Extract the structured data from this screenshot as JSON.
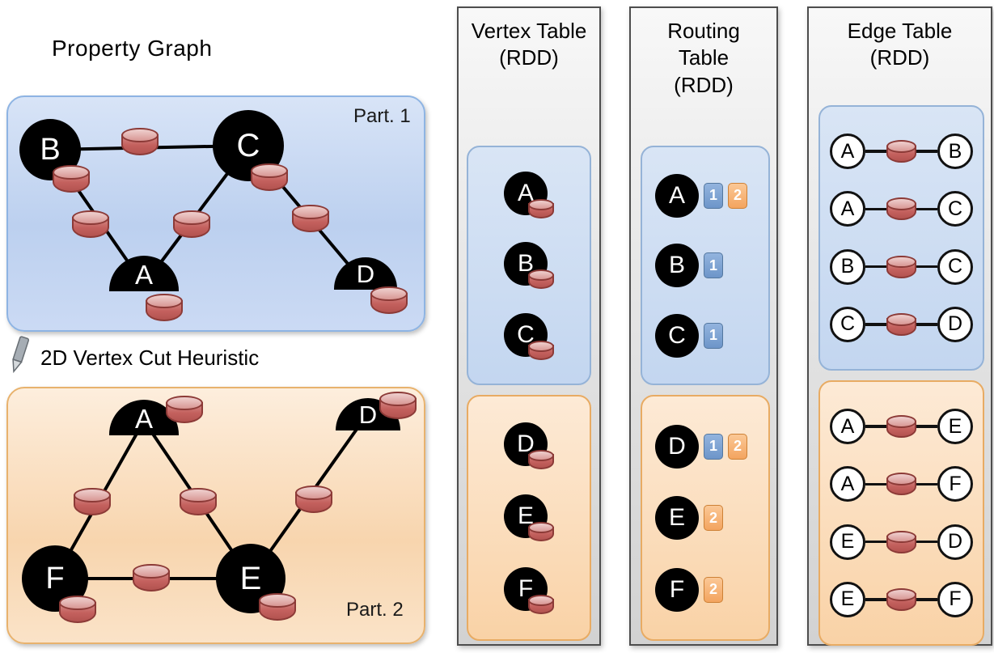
{
  "page": {
    "title": "Property Graph",
    "cut_label": "2D Vertex Cut Heuristic"
  },
  "graph": {
    "part1_label": "Part. 1",
    "part2_label": "Part. 2",
    "vertices1": {
      "b": "B",
      "c": "C",
      "a": "A",
      "d": "D"
    },
    "vertices2": {
      "a": "A",
      "d": "D",
      "f": "F",
      "e": "E"
    }
  },
  "vertex_table": {
    "title": "Vertex Table",
    "subtitle": "(RDD)",
    "part1": [
      "A",
      "B",
      "C"
    ],
    "part2": [
      "D",
      "E",
      "F"
    ]
  },
  "routing_table": {
    "title": "Routing Table",
    "subtitle": "(RDD)",
    "part1": [
      {
        "vertex": "A",
        "badges": [
          {
            "n": "1",
            "color": "blue"
          },
          {
            "n": "2",
            "color": "orange"
          }
        ]
      },
      {
        "vertex": "B",
        "badges": [
          {
            "n": "1",
            "color": "blue"
          }
        ]
      },
      {
        "vertex": "C",
        "badges": [
          {
            "n": "1",
            "color": "blue"
          }
        ]
      }
    ],
    "part2": [
      {
        "vertex": "D",
        "badges": [
          {
            "n": "1",
            "color": "blue"
          },
          {
            "n": "2",
            "color": "orange"
          }
        ]
      },
      {
        "vertex": "E",
        "badges": [
          {
            "n": "2",
            "color": "orange"
          }
        ]
      },
      {
        "vertex": "F",
        "badges": [
          {
            "n": "2",
            "color": "orange"
          }
        ]
      }
    ]
  },
  "edge_table": {
    "title": "Edge Table",
    "subtitle": "(RDD)",
    "part1": [
      [
        "A",
        "B"
      ],
      [
        "A",
        "C"
      ],
      [
        "B",
        "C"
      ],
      [
        "C",
        "D"
      ]
    ],
    "part2": [
      [
        "A",
        "E"
      ],
      [
        "A",
        "F"
      ],
      [
        "E",
        "D"
      ],
      [
        "E",
        "F"
      ]
    ]
  },
  "colors": {
    "partition_blue": "#c6d9f0",
    "partition_blue_border": "#8eb4e3",
    "partition_orange": "#fbd8b5",
    "partition_orange_border": "#e8ab63",
    "cylinder_red": "#c0504d",
    "badge_blue": "#7da0cd",
    "badge_orange": "#fac08f",
    "table_gray": "#e3e3e3"
  }
}
